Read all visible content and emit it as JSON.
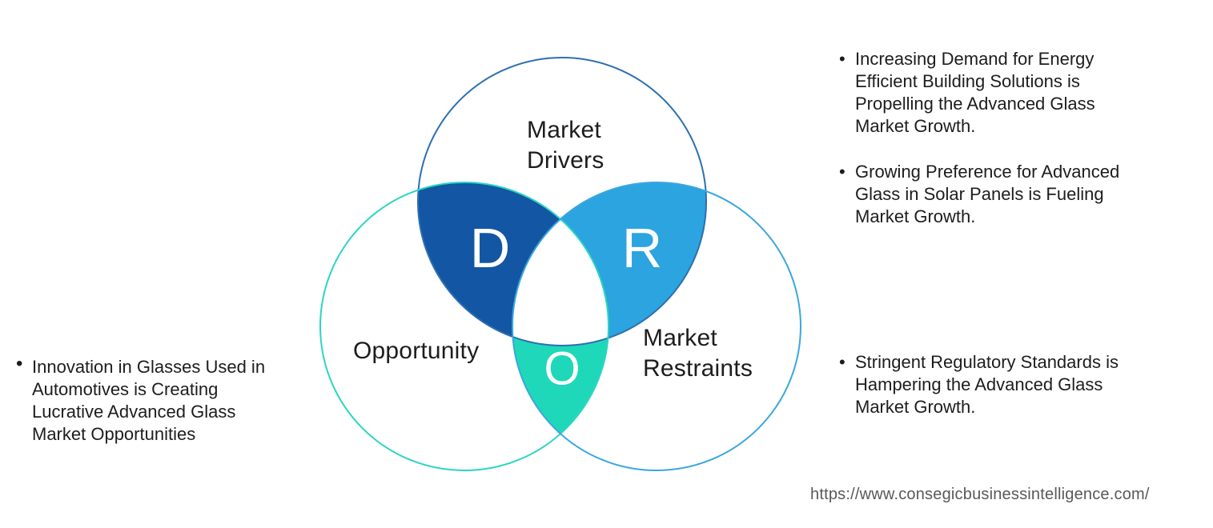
{
  "venn": {
    "circles": [
      {
        "id": "drivers",
        "label": "Market\nDrivers",
        "stroke": "#2D6FB0"
      },
      {
        "id": "opportunity",
        "label": "Opportunity",
        "stroke": "#2CD5C1"
      },
      {
        "id": "restraints",
        "label": "Market\nRestraints",
        "stroke": "#3AA7DE"
      }
    ],
    "intersections": [
      {
        "letter": "D",
        "color": "#1256A4",
        "meaning": "drivers-opportunity"
      },
      {
        "letter": "R",
        "color": "#2BA4E0",
        "meaning": "drivers-restraints"
      },
      {
        "letter": "O",
        "color": "#1FD8B9",
        "meaning": "opportunity-restraints"
      }
    ]
  },
  "left_notes": [
    {
      "bullet": "•",
      "text": "Innovation in Glasses Used in\nAutomotives is Creating\nLucrative Advanced Glass\nMarket Opportunities"
    }
  ],
  "right_notes": [
    {
      "bullet": "•",
      "text": "Increasing Demand for Energy\nEfficient Building Solutions is\nPropelling the Advanced Glass\nMarket Growth."
    },
    {
      "bullet": "•",
      "text": "Growing Preference for Advanced\nGlass in Solar Panels is Fueling\nMarket Growth."
    },
    {
      "bullet": "•",
      "text": "Stringent Regulatory Standards is\nHampering the Advanced Glass\nMarket Growth."
    }
  ],
  "footer": {
    "url": "https://www.consegicbusinessintelligence.com/"
  },
  "colors": {
    "background": "#ffffff",
    "text": "#1d1d1d",
    "muted": "#595959"
  }
}
